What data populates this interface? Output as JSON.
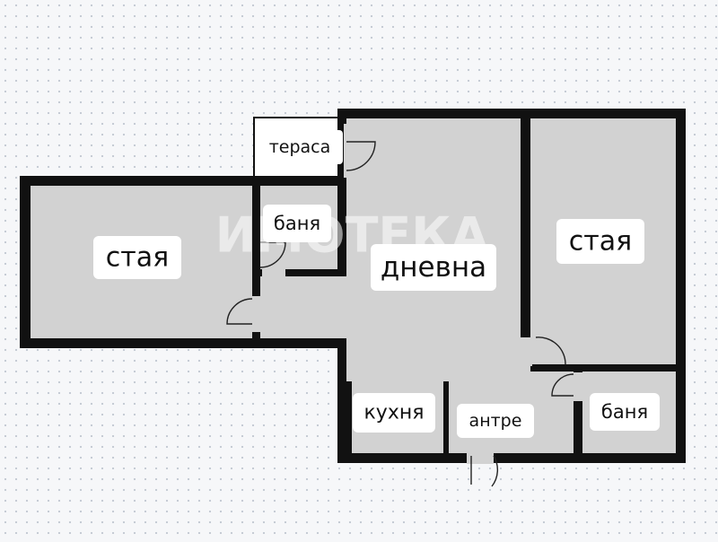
{
  "watermark": "ИМОТЕКА",
  "rooms": {
    "room_left": "стая",
    "room_right": "стая",
    "living": "дневна",
    "bath_top": "баня",
    "bath_right": "баня",
    "kitchen": "кухня",
    "hall": "антре",
    "terrace": "тераса"
  },
  "colors": {
    "wall": "#111111",
    "floor": "#d2d2d2",
    "terrace": "#ffffff",
    "label_bg": "#ffffff"
  }
}
